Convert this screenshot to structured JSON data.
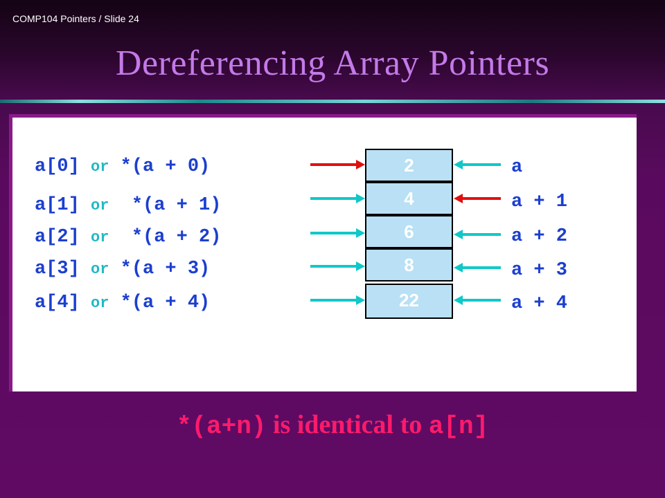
{
  "header": {
    "text": "COMP104 Pointers / Slide 24"
  },
  "title": "Dereferencing Array Pointers",
  "rows": [
    {
      "index": "a[0]",
      "or": "or",
      "deref": "*(a + 0)",
      "value": "2",
      "pointer": "a"
    },
    {
      "index": "a[1]",
      "or": "or",
      "deref": "*(a + 1)",
      "value": "4",
      "pointer": "a + 1"
    },
    {
      "index": "a[2]",
      "or": "or",
      "deref": "*(a + 2)",
      "value": "6",
      "pointer": "a + 2"
    },
    {
      "index": "a[3]",
      "or": "or",
      "deref": "*(a + 3)",
      "value": "8",
      "pointer": "a + 3"
    },
    {
      "index": "a[4]",
      "or": "or",
      "deref": "*(a + 4)",
      "value": "22",
      "pointer": "a + 4"
    }
  ],
  "caption": {
    "code1": "*(a+n)",
    "text": " is identical to ",
    "code2": "a[n]"
  },
  "colors": {
    "title": "#c37ae8",
    "code": "#1c3fcf",
    "keyword_or": "#22b8c6",
    "arrow_active": "#e01010",
    "arrow_normal": "#10c8c8",
    "caption": "#ff1a6b",
    "cell_fill": "#b9e0f4"
  },
  "highlight": {
    "left_active_row": 0,
    "right_active_row": 1
  }
}
